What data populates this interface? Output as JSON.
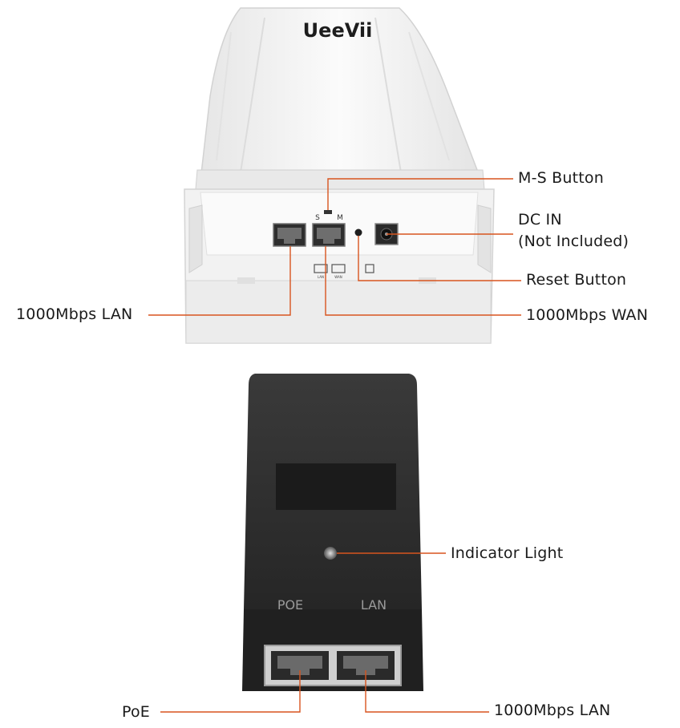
{
  "brand": "UeeVii",
  "device_marks": {
    "switch_s": "S",
    "switch_m": "M",
    "port_lan": "LAN",
    "port_wan": "WAN"
  },
  "injector_marks": {
    "poe": "POE",
    "lan": "LAN"
  },
  "labels": {
    "ms_button": "M-S Button",
    "dc_in": "DC IN",
    "not_included": "(Not Included)",
    "reset_button": "Reset Button",
    "lan_1000": "1000Mbps LAN",
    "wan_1000": "1000Mbps WAN",
    "indicator_light": "Indicator Light",
    "poe": "PoE",
    "injector_lan": "1000Mbps LAN"
  },
  "colors": {
    "leader_line": "#d8541e",
    "device_body": "#f3f3f3",
    "injector_body": "#2b2b2b"
  }
}
